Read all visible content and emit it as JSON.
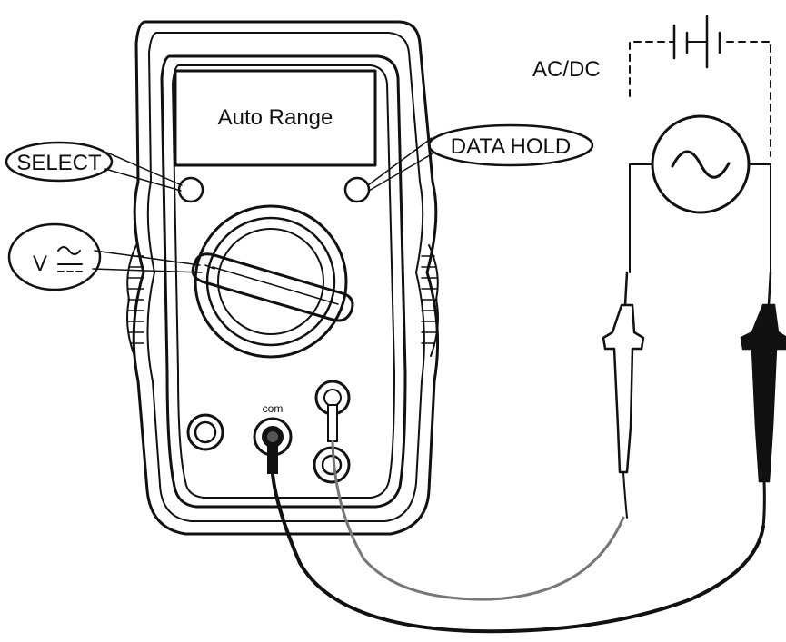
{
  "display": {
    "text": "Auto Range"
  },
  "callouts": {
    "select": "SELECT",
    "data_hold": "DATA HOLD",
    "function_v": "V"
  },
  "jack": {
    "com_label": "com"
  },
  "source": {
    "label": "AC/DC"
  },
  "colors": {
    "ink": "#111111",
    "paper": "#ffffff",
    "gray": "#7a7a7a"
  },
  "icons": {
    "function_symbol": "ac-dc-voltage-icon",
    "ac_source": "sine-wave-icon",
    "dc_source": "battery-icon"
  }
}
